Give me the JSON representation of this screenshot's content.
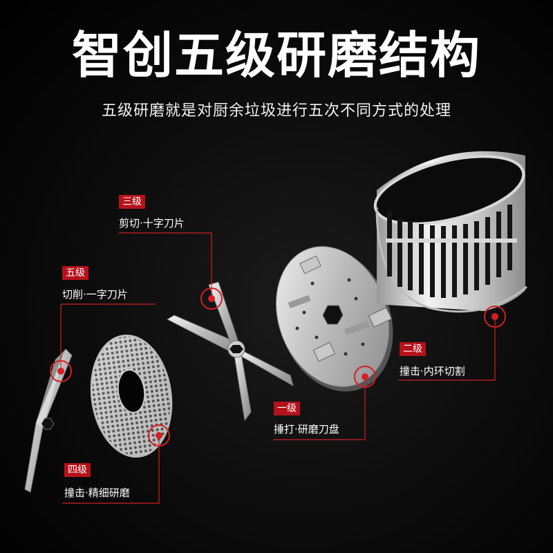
{
  "title": "智创五级研磨结构",
  "subtitle": "五级研磨就是对厨余垃圾进行五次不同方式的处理",
  "colors": {
    "accent": "#b5121b",
    "background": "#000000",
    "text": "#ffffff"
  },
  "stages": [
    {
      "level": "一级",
      "desc": "捶打·研磨刀盘"
    },
    {
      "level": "二级",
      "desc": "撞击·内环切割"
    },
    {
      "level": "三级",
      "desc": "剪切·十字刀片"
    },
    {
      "level": "四级",
      "desc": "撞击·精细研磨"
    },
    {
      "level": "五级",
      "desc": "切削·一字刀片"
    }
  ]
}
